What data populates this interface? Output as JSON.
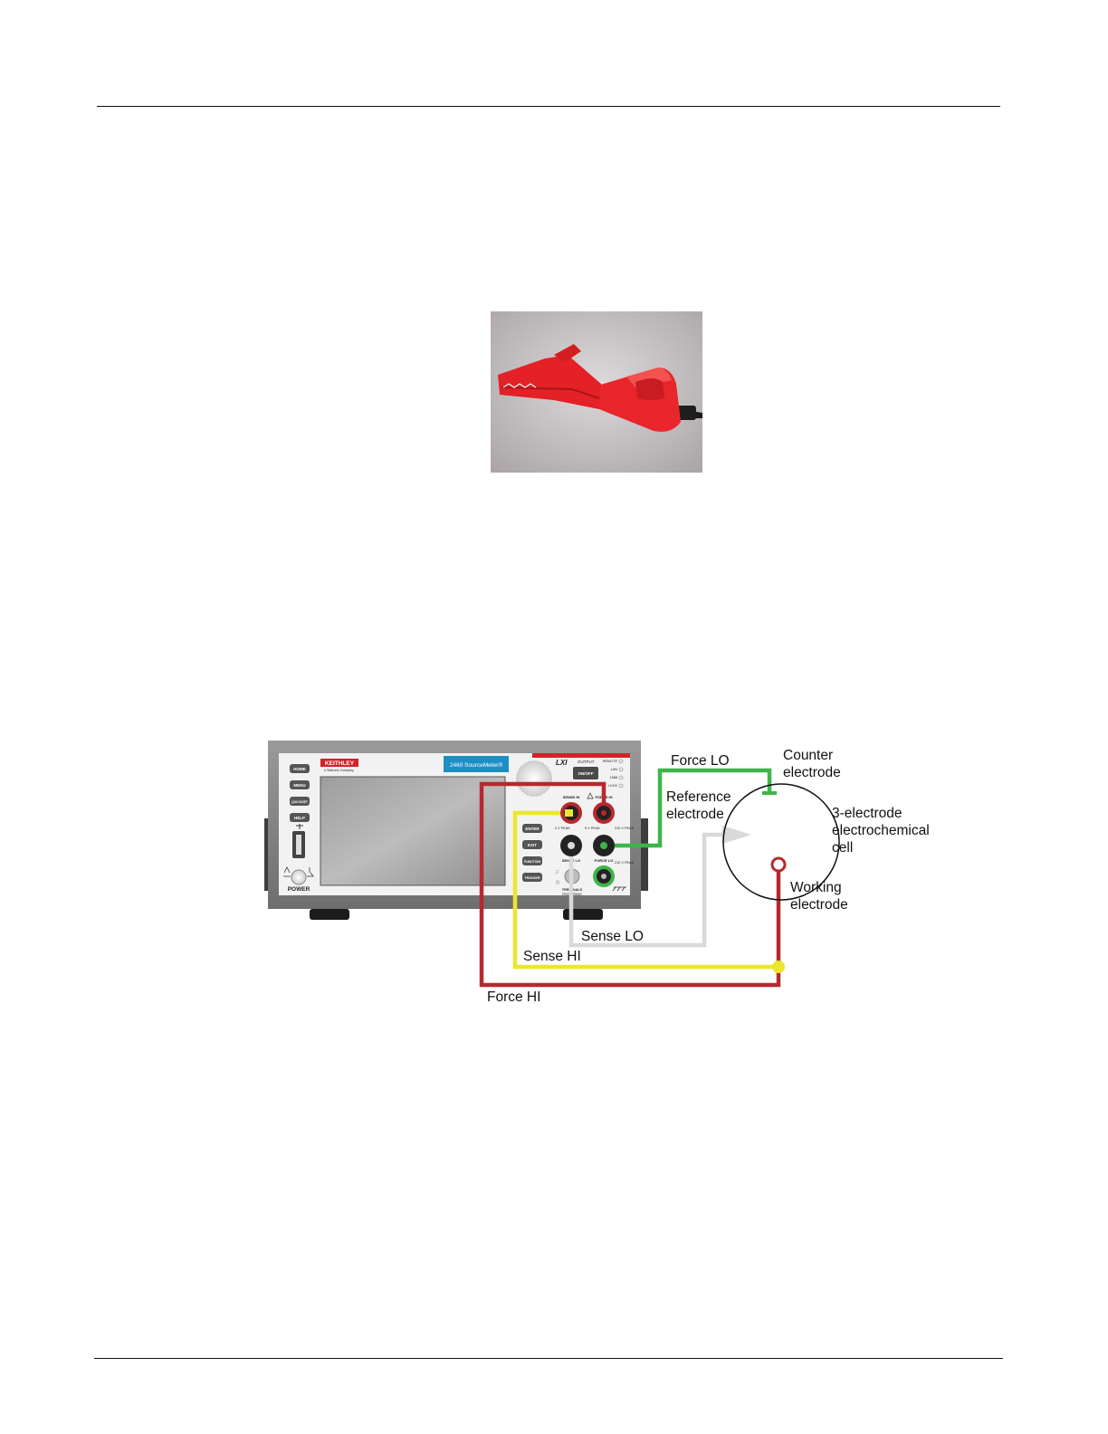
{
  "photo": {
    "icon": "alligator-clip-icon",
    "colors": {
      "clip": "#e8262b",
      "background": "#c9c4c6",
      "cable": "#1b1b1b"
    }
  },
  "diagram": {
    "instrument": {
      "brand": "KEITHLEY",
      "brand_sub": "a Tektronix Company",
      "model": "2460 SourceMeter®",
      "logo": "LXI",
      "output_label": "OUTPUT",
      "output_button": "ON/OFF",
      "status_leds": [
        "REMOTE",
        "LAN",
        "1588",
        "LOCK"
      ],
      "left_buttons": [
        "HOME",
        "MENU",
        "QUICKSET",
        "HELP"
      ],
      "right_buttons": [
        "ENTER",
        "EXIT",
        "FUNCTION",
        "TRIGGER"
      ],
      "power_label": "POWER",
      "terminal_labels": {
        "sense_hi": "SENSE HI",
        "force_hi": "FORCE HI",
        "sense_lo": "SENSE LO",
        "force_lo": "FORCE LO",
        "terminals": "TERMINALS",
        "front_rear": "FRONT/REAR",
        "f": "F",
        "r": "R"
      },
      "peak_labels": [
        "2 V PEAK",
        "5 V PEAK",
        "210 V PEAK",
        "210 V PEAK"
      ]
    },
    "wire_labels": {
      "force_lo": "Force LO",
      "sense_lo": "Sense LO",
      "sense_hi": "Sense HI",
      "force_hi": "Force HI"
    },
    "electrode_labels": {
      "counter": [
        "Counter",
        "electrode"
      ],
      "reference": [
        "Reference",
        "electrode"
      ],
      "working": [
        "Working",
        "electrode"
      ],
      "cell": [
        "3-electrode",
        "electrochemical",
        "cell"
      ]
    },
    "colors": {
      "force_lo": "#3db54a",
      "sense_lo": "#d9d9d9",
      "sense_hi": "#ece52e",
      "force_hi": "#b8282e",
      "model_badge": "#1e8fc4",
      "brand": "#d2232a"
    }
  }
}
